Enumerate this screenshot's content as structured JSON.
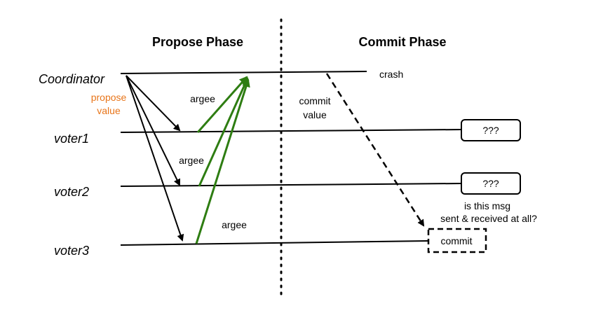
{
  "phases": {
    "propose": "Propose Phase",
    "commit": "Commit Phase"
  },
  "actors": {
    "coordinator": "Coordinator",
    "voter1": "voter1",
    "voter2": "voter2",
    "voter3": "voter3"
  },
  "annotations": {
    "crash": "crash",
    "propose_value_line1": "propose",
    "propose_value_line2": "value",
    "commit_value_line1": "commit",
    "commit_value_line2": "value",
    "agree_1": "argee",
    "agree_2": "argee",
    "agree_3": "argee",
    "question_line1": "is this msg",
    "question_line2": "sent & received at all?"
  },
  "boxes": {
    "voter1_state": "???",
    "voter2_state": "???",
    "voter3_state": "commit"
  },
  "colors": {
    "line": "#000000",
    "agree_arrow": "#2e7d12",
    "propose_label": "#e8751a"
  }
}
